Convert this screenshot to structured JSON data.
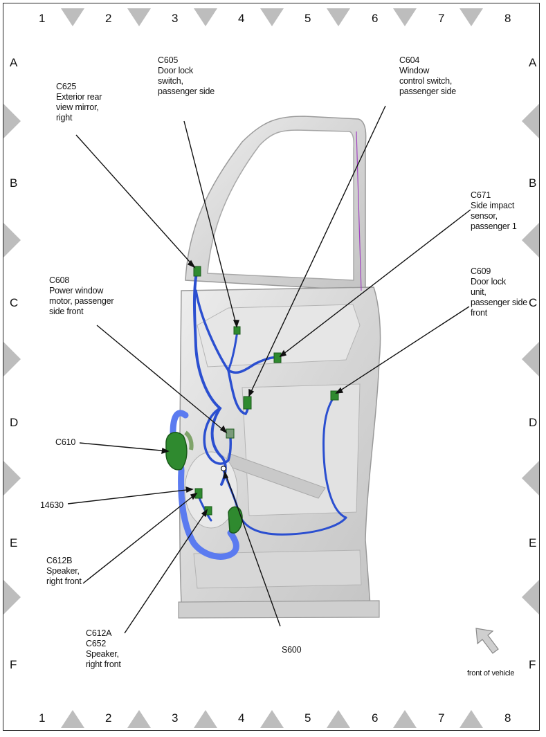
{
  "grid": {
    "columns": [
      "1",
      "2",
      "3",
      "4",
      "5",
      "6",
      "7",
      "8"
    ],
    "rows": [
      "A",
      "B",
      "C",
      "D",
      "E",
      "F"
    ]
  },
  "callouts": {
    "c625": {
      "lines": [
        "C625",
        "Exterior rear",
        "view mirror,",
        "right"
      ]
    },
    "c605": {
      "lines": [
        "C605",
        "Door lock",
        "switch,",
        "passenger side"
      ]
    },
    "c604": {
      "lines": [
        "C604",
        "Window",
        "control switch,",
        "passenger side"
      ]
    },
    "c671": {
      "lines": [
        "C671",
        "Side impact",
        "sensor,",
        "passenger 1"
      ]
    },
    "c609": {
      "lines": [
        "C609",
        "Door lock",
        "unit,",
        "passenger side",
        "front"
      ]
    },
    "c608": {
      "lines": [
        "C608",
        "Power window",
        "motor, passenger",
        "side front"
      ]
    },
    "c610": {
      "lines": [
        "C610"
      ]
    },
    "n14630": {
      "lines": [
        "14630"
      ]
    },
    "c612b": {
      "lines": [
        "C612B",
        "Speaker,",
        "right front"
      ]
    },
    "c612a": {
      "lines": [
        "C612A",
        "C652",
        "Speaker,",
        "right front"
      ]
    },
    "s600": {
      "lines": [
        "S600"
      ]
    }
  },
  "orientation": {
    "label": "front of vehicle"
  },
  "colors": {
    "harness": "#2b4fd0",
    "connector": "#2f8a2f",
    "door": "#d9d9d9",
    "marker": "#bdbdbd"
  }
}
